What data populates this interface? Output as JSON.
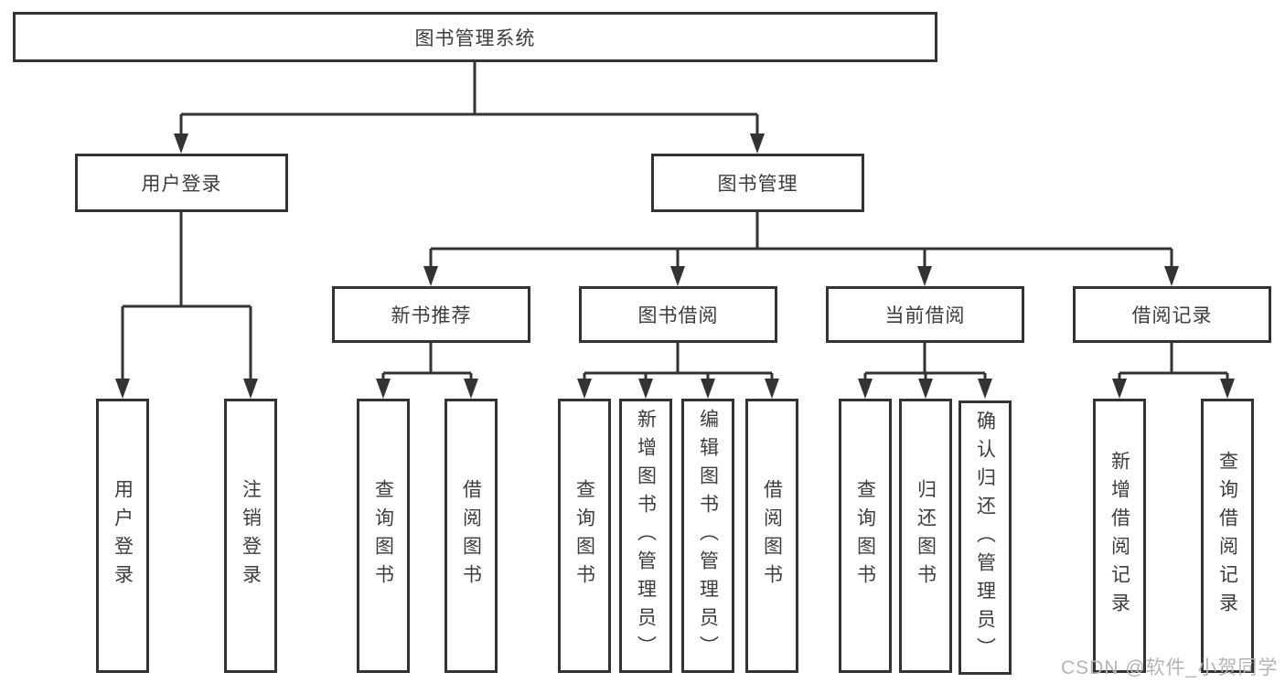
{
  "colors": {
    "line": "#333333",
    "text": "#3d3d3d",
    "watermark": "#b5b3b3"
  },
  "tree": {
    "root": {
      "label": "图书管理系统"
    },
    "children": [
      {
        "label": "用户登录",
        "children": [
          {
            "label": "用户登录"
          },
          {
            "label": "注销登录"
          }
        ]
      },
      {
        "label": "图书管理",
        "children": [
          {
            "label": "新书推荐",
            "children": [
              {
                "label": "查询图书"
              },
              {
                "label": "借阅图书"
              }
            ]
          },
          {
            "label": "图书借阅",
            "children": [
              {
                "label": "查询图书"
              },
              {
                "label": "新增图书（管理员）"
              },
              {
                "label": "编辑图书（管理员）"
              },
              {
                "label": "借阅图书"
              }
            ]
          },
          {
            "label": "当前借阅",
            "children": [
              {
                "label": "查询图书"
              },
              {
                "label": "归还图书"
              },
              {
                "label": "确认归还（管理员）"
              }
            ]
          },
          {
            "label": "借阅记录",
            "children": [
              {
                "label": "新增借阅记录"
              },
              {
                "label": "查询借阅记录"
              }
            ]
          }
        ]
      }
    ]
  },
  "watermark": "CSDN @软件_小贺同学"
}
